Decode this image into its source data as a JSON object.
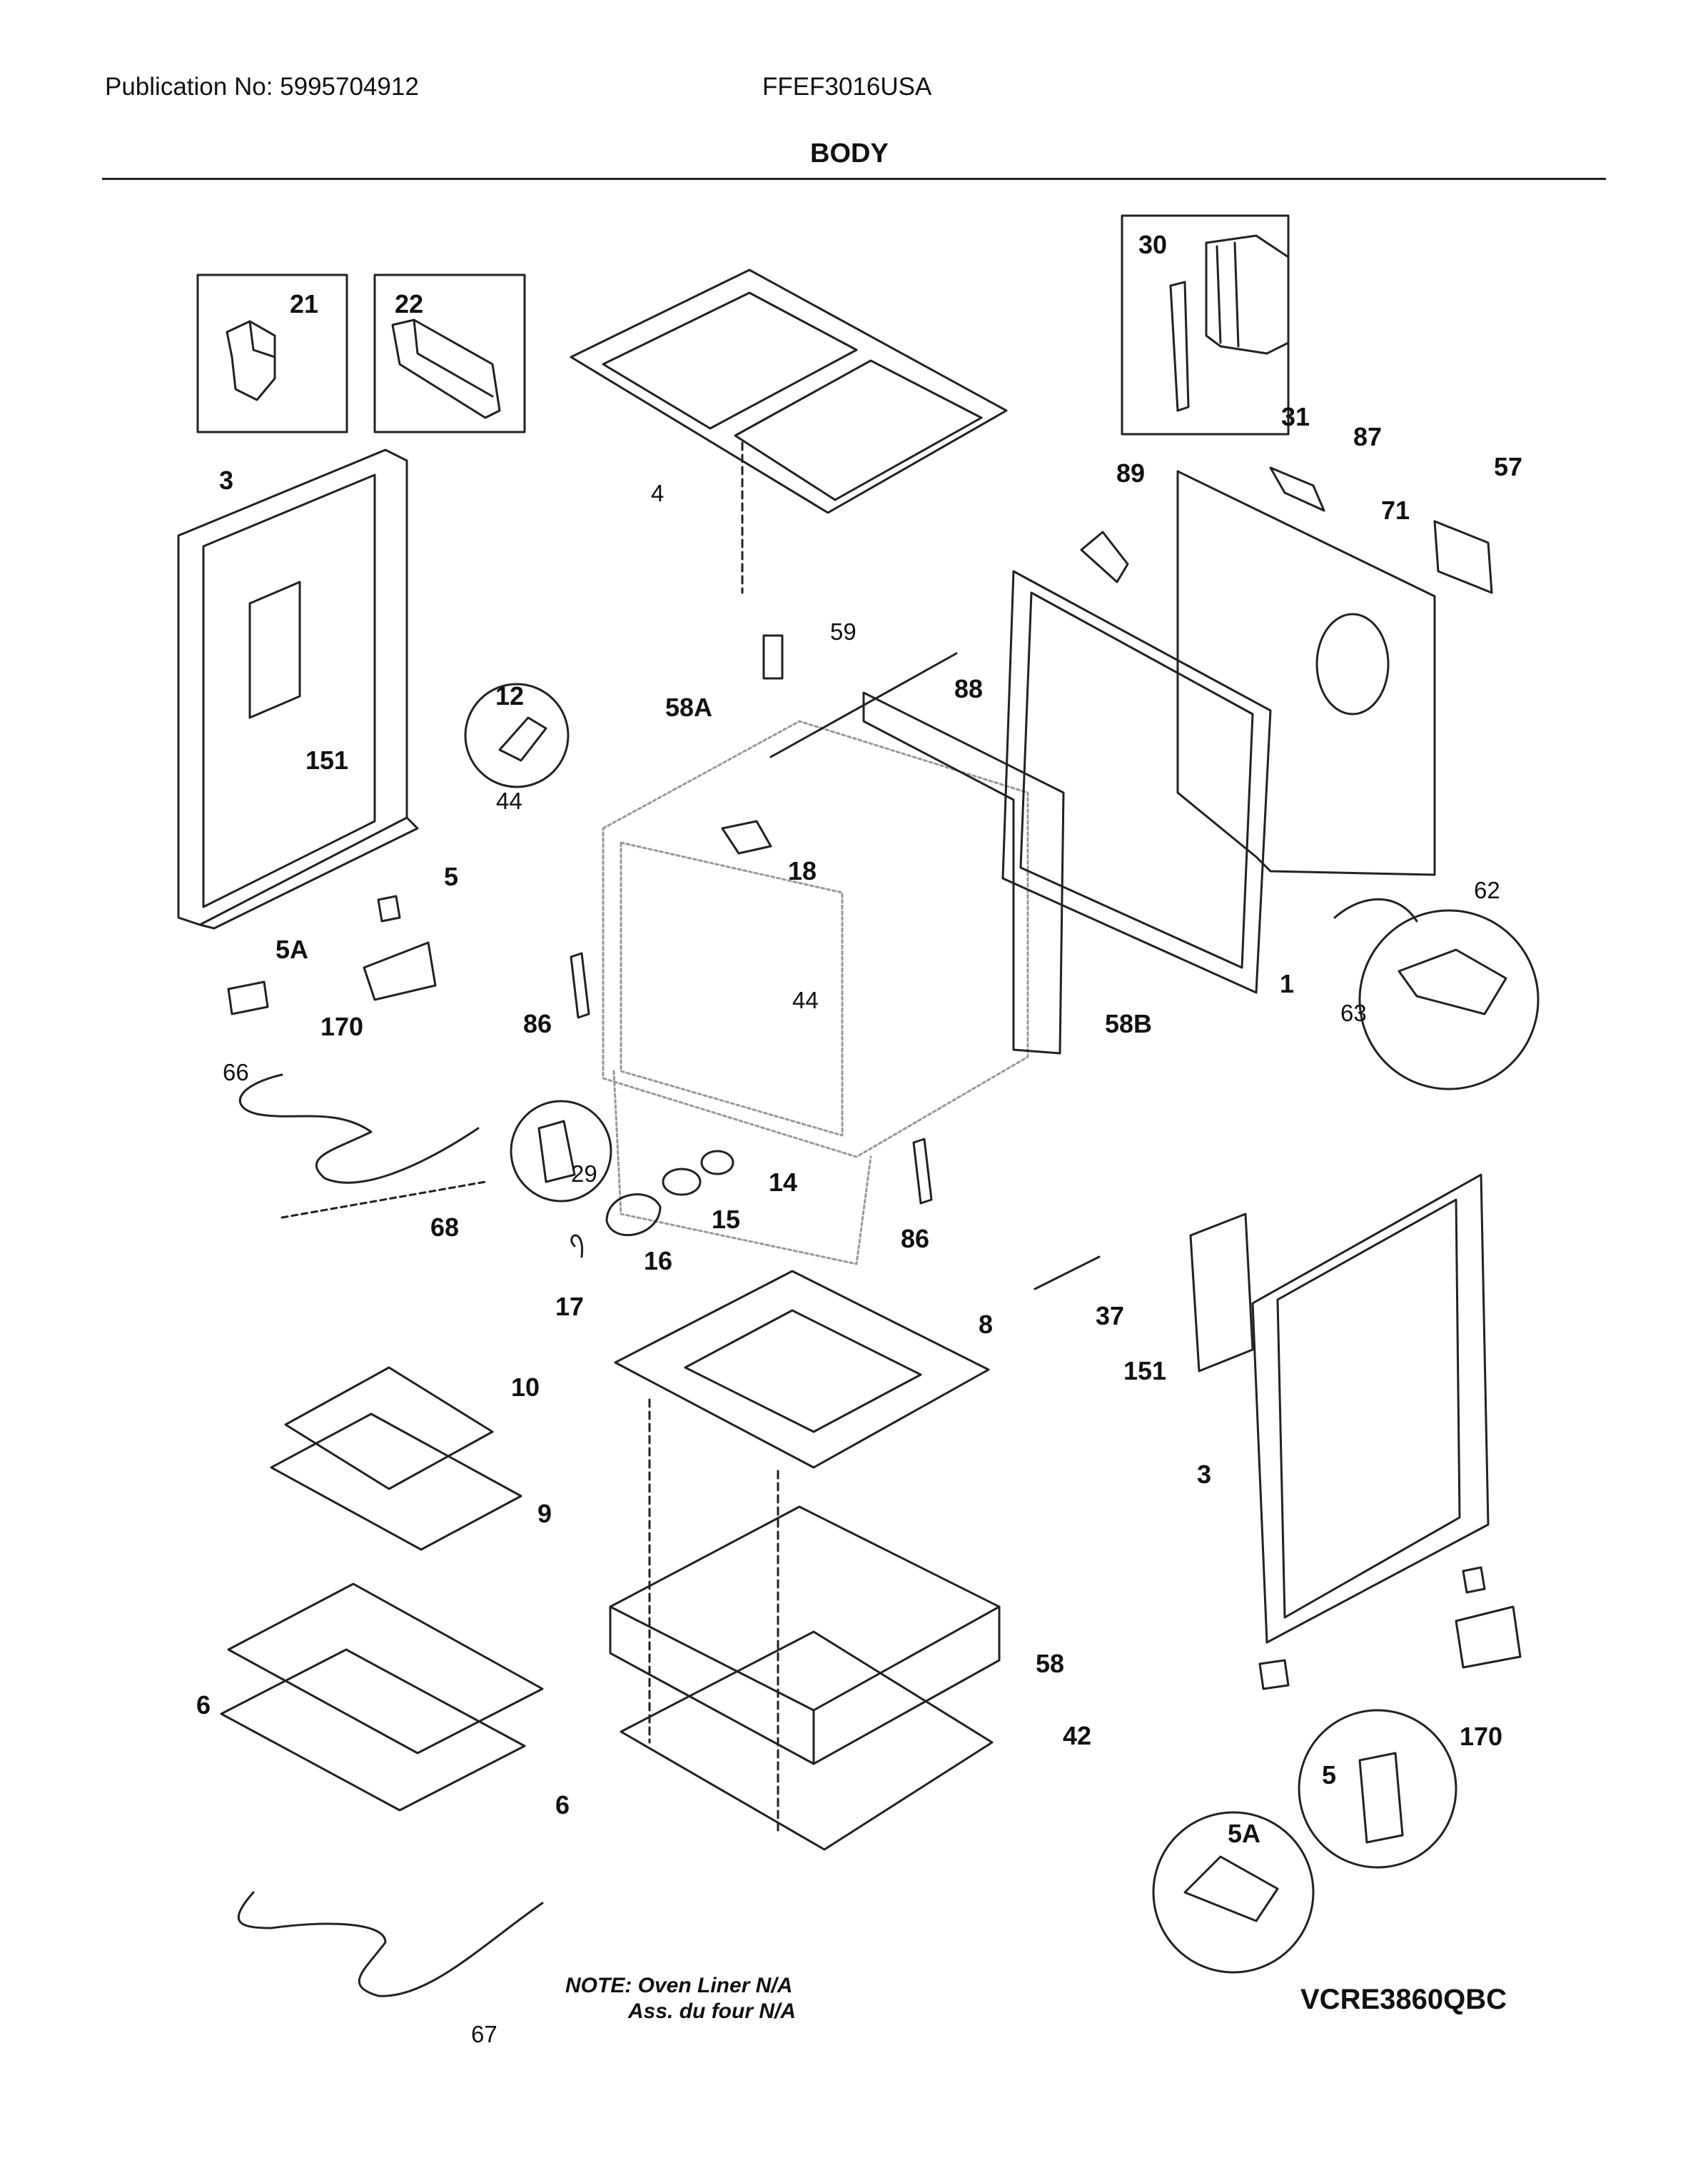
{
  "header": {
    "publication": "Publication No: 5995704912",
    "model": "FFEF3016USA",
    "section_title": "BODY"
  },
  "callouts": [
    "1",
    "3",
    "3",
    "4",
    "5",
    "5",
    "5A",
    "5A",
    "6",
    "6",
    "8",
    "9",
    "10",
    "12",
    "14",
    "15",
    "16",
    "17",
    "18",
    "21",
    "22",
    "29",
    "30",
    "31",
    "37",
    "42",
    "44",
    "44",
    "57",
    "58",
    "58A",
    "58B",
    "59",
    "62",
    "63",
    "66",
    "67",
    "68",
    "71",
    "86",
    "86",
    "87",
    "88",
    "89",
    "151",
    "151",
    "170",
    "170"
  ],
  "note": {
    "line1": "NOTE: Oven Liner N/A",
    "line2": "Ass. du four N/A"
  },
  "diagram_code": "VCRE3860QBC"
}
